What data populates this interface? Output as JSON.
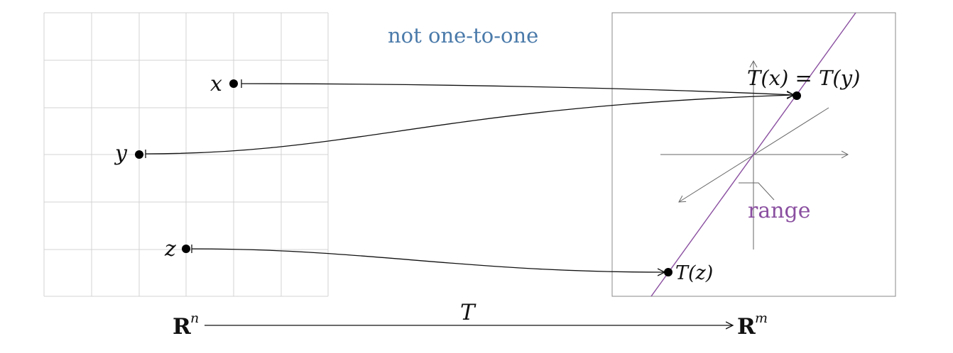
{
  "caption": "not one-to-one",
  "domain_label": "R",
  "domain_sup": "n",
  "codomain_label": "R",
  "codomain_sup": "m",
  "map_label": "T",
  "points": {
    "x": "x",
    "y": "y",
    "z": "z"
  },
  "images": {
    "xy": "T(x) = T(y)",
    "z": "T(z)"
  },
  "range_label": "range",
  "colors": {
    "caption": "#4a7aaa",
    "range": "#8a4fa0",
    "grid": "#d3d3d3",
    "axes": "#666666"
  }
}
